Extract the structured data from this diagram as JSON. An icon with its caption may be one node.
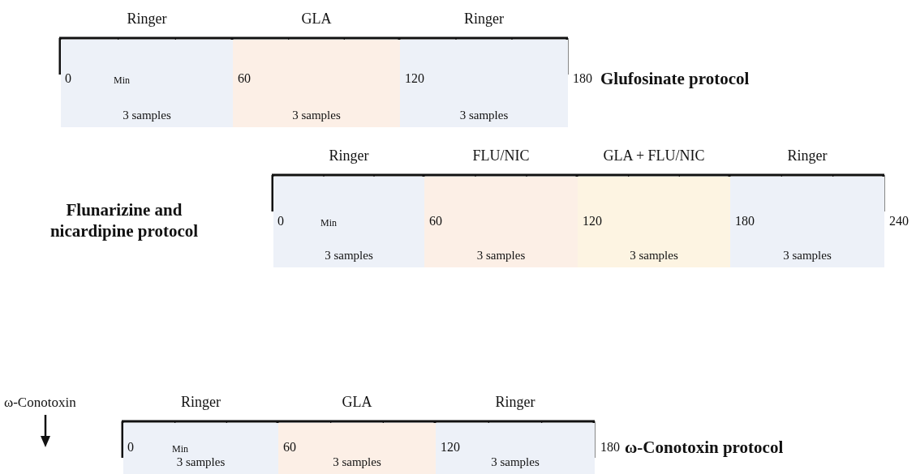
{
  "diagram": {
    "nodes": [
      {
        "text": [
          "Ringer",
          "3 samples"
        ]
      },
      {
        "text": [
          "GLA",
          "3 samples"
        ]
      },
      {
        "text": [
          "Ringer",
          "3 samples"
        ]
      },
      {
        "text": [
          "Ringer",
          "3 samples"
        ]
      },
      {
        "text": [
          "FLU/NIC",
          "3 samples"
        ]
      },
      {
        "text": [
          "GLA + FLU/NIC",
          "3 samples"
        ]
      },
      {
        "text": [
          "Ringer",
          "3 samples"
        ]
      },
      {
        "text": [
          "Ringer",
          "3 samples"
        ]
      },
      {
        "text": [
          "GLA",
          "3 samples"
        ]
      },
      {
        "text": [
          "Ringer",
          "3 samples"
        ]
      }
    ],
    "edges": [],
    "labels": [
      "0",
      "Min",
      "60",
      "120",
      "180",
      "Glufosinate protocol",
      "Flunarizine and nicardipine protocol",
      "0",
      "Min",
      "60",
      "120",
      "180",
      "240",
      "ω-Conotoxin",
      "0",
      "Min",
      "60",
      "120",
      "180",
      "ω-Conotoxin protocol"
    ]
  }
}
